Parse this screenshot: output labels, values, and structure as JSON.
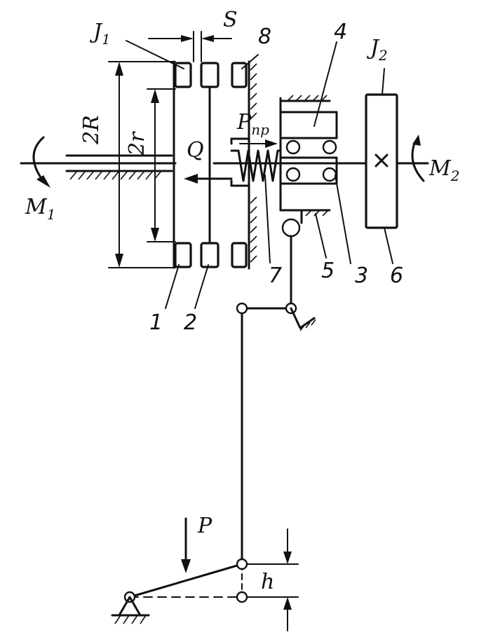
{
  "labels": {
    "inertia_1": "J",
    "inertia_1_sub": "1",
    "inertia_2": "J",
    "inertia_2_sub": "2",
    "gap": "S",
    "outer_diameter": "2R",
    "inner_diameter": "2r",
    "axial_force": "Q",
    "spring_force": "P",
    "spring_force_sub": "пр",
    "torque_1": "M",
    "torque_1_sub": "1",
    "torque_2": "M",
    "torque_2_sub": "2",
    "pedal_force": "P",
    "pedal_travel": "h"
  },
  "part_numbers": [
    "1",
    "2",
    "3",
    "4",
    "5",
    "6",
    "7",
    "8"
  ]
}
